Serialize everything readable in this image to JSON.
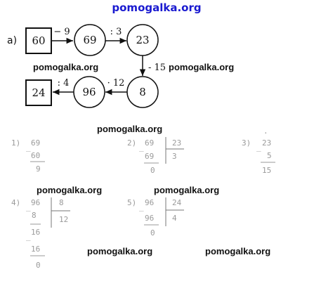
{
  "header": {
    "watermark": "pomogalka.org"
  },
  "diagram": {
    "label": "а)",
    "nodes": {
      "start": "60",
      "n69": "69",
      "n23": "23",
      "n8": "8",
      "n96": "96",
      "end": "24"
    },
    "ops": {
      "op1": "− 9",
      "op2": ": 3",
      "op3": "- 15",
      "op4": "· 12",
      "op5": ": 4"
    }
  },
  "watermarks": {
    "w1": "pomogalka.org",
    "w2": "pomogalka.org",
    "w3": "pomogalka.org",
    "w4": "pomogalka.org",
    "w5": "pomogalka.org",
    "w6": "pomogalka.org",
    "w7": "pomogalka.org"
  },
  "calcs": {
    "c1": {
      "label": "1)",
      "a": "69",
      "b": "60",
      "r": "9"
    },
    "c2": {
      "label": "2)",
      "a": "69",
      "divisor": "23",
      "sub": "69",
      "quotient": "3",
      "r": "0"
    },
    "c3": {
      "label": "3)",
      "dot": "·",
      "a": "23",
      "b": "5",
      "r": "15"
    },
    "c4": {
      "label": "4)",
      "a": "96",
      "divisor": "8",
      "sub1": "8",
      "quotient": "12",
      "rem1": "16",
      "sub2": "16",
      "r": "0"
    },
    "c5": {
      "label": "5)",
      "a": "96",
      "divisor": "24",
      "sub": "96",
      "quotient": "4",
      "r": "0"
    }
  }
}
